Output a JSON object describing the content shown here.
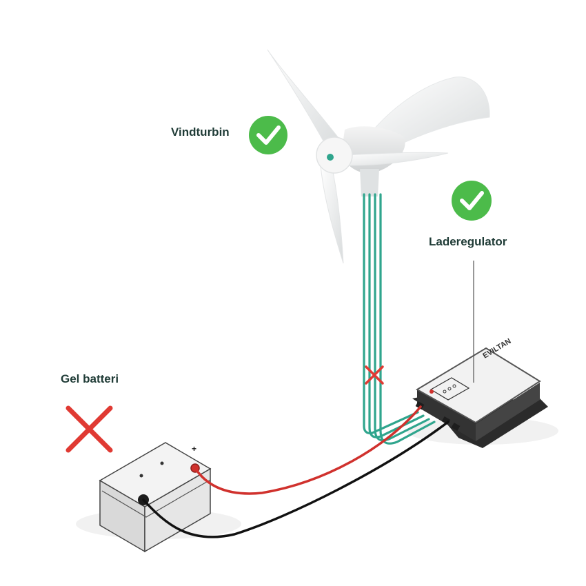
{
  "labels": {
    "turbine": "Vindturbin",
    "regulator": "Laderegulator",
    "battery": "Gel batteri",
    "brand": "EVILTAN",
    "positive_terminal": "+"
  },
  "status": {
    "turbine": "ok",
    "regulator": "ok",
    "battery": "not-ok",
    "turbine_wire_junction": "not-ok"
  },
  "colors": {
    "ok": "#4cbb4a",
    "not_ok": "#e03a33",
    "label_text": "#1f3b36",
    "phase_wire": "#2fa58d",
    "positive_wire": "#d0312d",
    "negative_wire": "#111111",
    "regulator_housing": "#3a3a3a",
    "battery_body": "#ececec"
  },
  "icons": {
    "ok": "check-circle-icon",
    "not_ok": "cross-icon"
  }
}
